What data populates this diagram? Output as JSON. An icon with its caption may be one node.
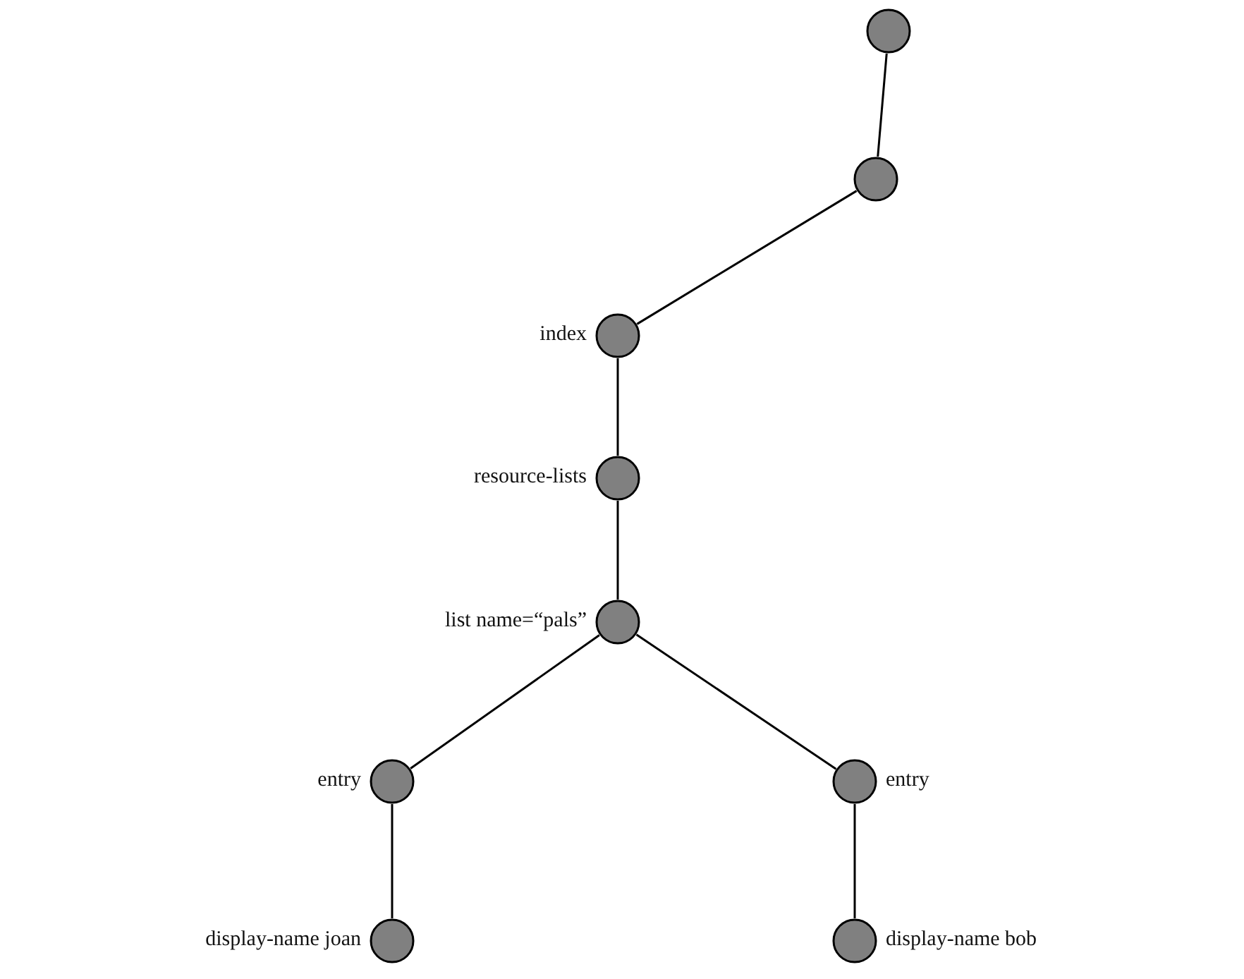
{
  "diagram": {
    "nodes": [
      {
        "text": [],
        "shape": "circle"
      },
      {
        "text": [],
        "shape": "circle"
      },
      {
        "text": [],
        "shape": "circle",
        "beside": [
          "index"
        ]
      },
      {
        "text": [],
        "shape": "circle",
        "beside": [
          "resource-lists"
        ]
      },
      {
        "text": [],
        "shape": "circle",
        "beside": [
          "list name=“pals”"
        ]
      },
      {
        "text": [],
        "shape": "circle",
        "beside": [
          "entry"
        ]
      },
      {
        "text": [],
        "shape": "circle",
        "beside": [
          "entry"
        ]
      },
      {
        "text": [],
        "shape": "circle",
        "beside": [
          "display-name joan"
        ]
      },
      {
        "text": [],
        "shape": "circle",
        "beside": [
          "display-name bob"
        ]
      }
    ],
    "edges": [
      {
        "from": 0,
        "to": 1,
        "arrow": "none"
      },
      {
        "from": 1,
        "to": 2,
        "arrow": "none"
      },
      {
        "from": 2,
        "to": 3,
        "arrow": "none"
      },
      {
        "from": 3,
        "to": 4,
        "arrow": "none"
      },
      {
        "from": 4,
        "to": 5,
        "arrow": "none"
      },
      {
        "from": 4,
        "to": 6,
        "arrow": "none"
      },
      {
        "from": 5,
        "to": 7,
        "arrow": "none"
      },
      {
        "from": 6,
        "to": 8,
        "arrow": "none"
      }
    ]
  }
}
